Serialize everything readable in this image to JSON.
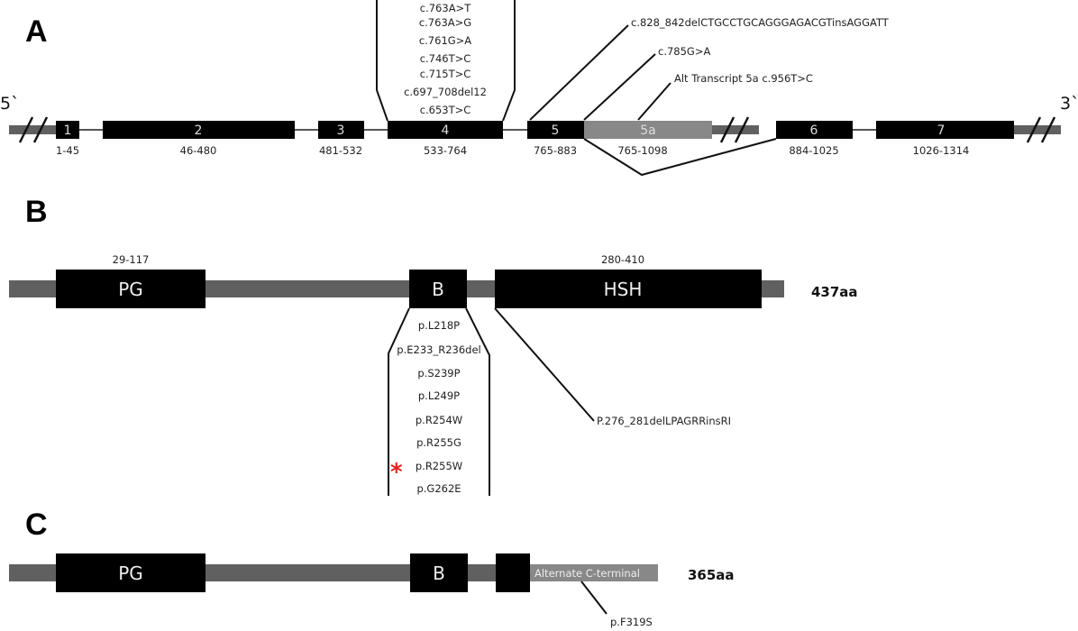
{
  "panels": {
    "A": {
      "letter": "A",
      "five_prime": "5`",
      "three_prime": "3`",
      "exons": [
        {
          "num": "1",
          "range": "1-45"
        },
        {
          "num": "2",
          "range": "46-480"
        },
        {
          "num": "3",
          "range": "481-532"
        },
        {
          "num": "4",
          "range": "533-764"
        },
        {
          "num": "5",
          "range": "765-883"
        },
        {
          "num": "5a",
          "range": "765-1098"
        },
        {
          "num": "6",
          "range": "884-1025"
        },
        {
          "num": "7",
          "range": "1026-1314"
        }
      ],
      "exon4_mutations": [
        "c.763A>T",
        "c.763A>G",
        "c.761G>A",
        "c.746T>C",
        "c.715T>C",
        "c.697_708del12",
        "c.653T>C"
      ],
      "callouts": [
        "c.828_842delCTGCCTGCAGGGAGACGTinsAGGATT",
        "c.785G>A",
        "Alt Transcript 5a c.956T>C"
      ]
    },
    "B": {
      "letter": "B",
      "domains": [
        {
          "name": "PG",
          "range": "29-117"
        },
        {
          "name": "B",
          "range": ""
        },
        {
          "name": "HSH",
          "range": "280-410"
        }
      ],
      "length": "437aa",
      "b_mutations": [
        "p.L218P",
        "p.E233_R236del",
        "p.S239P",
        "p.L249P",
        "p.R254W",
        "p.R255G",
        "p.R255W",
        "p.G262E"
      ],
      "starred_mutation": "p.R255W",
      "star": "*",
      "hsh_callout": "P.276_281delLPAGRRinsRI"
    },
    "C": {
      "letter": "C",
      "domains": [
        {
          "name": "PG"
        },
        {
          "name": "B"
        }
      ],
      "alt_terminal": "Alternate C-terminal",
      "length": "365aa",
      "callout": "p.F319S"
    }
  },
  "colors": {
    "backbone": "#606060",
    "exon": "#000000",
    "alt_exon": "#888888",
    "intron_line": "#555555",
    "star": "#ee2222"
  }
}
